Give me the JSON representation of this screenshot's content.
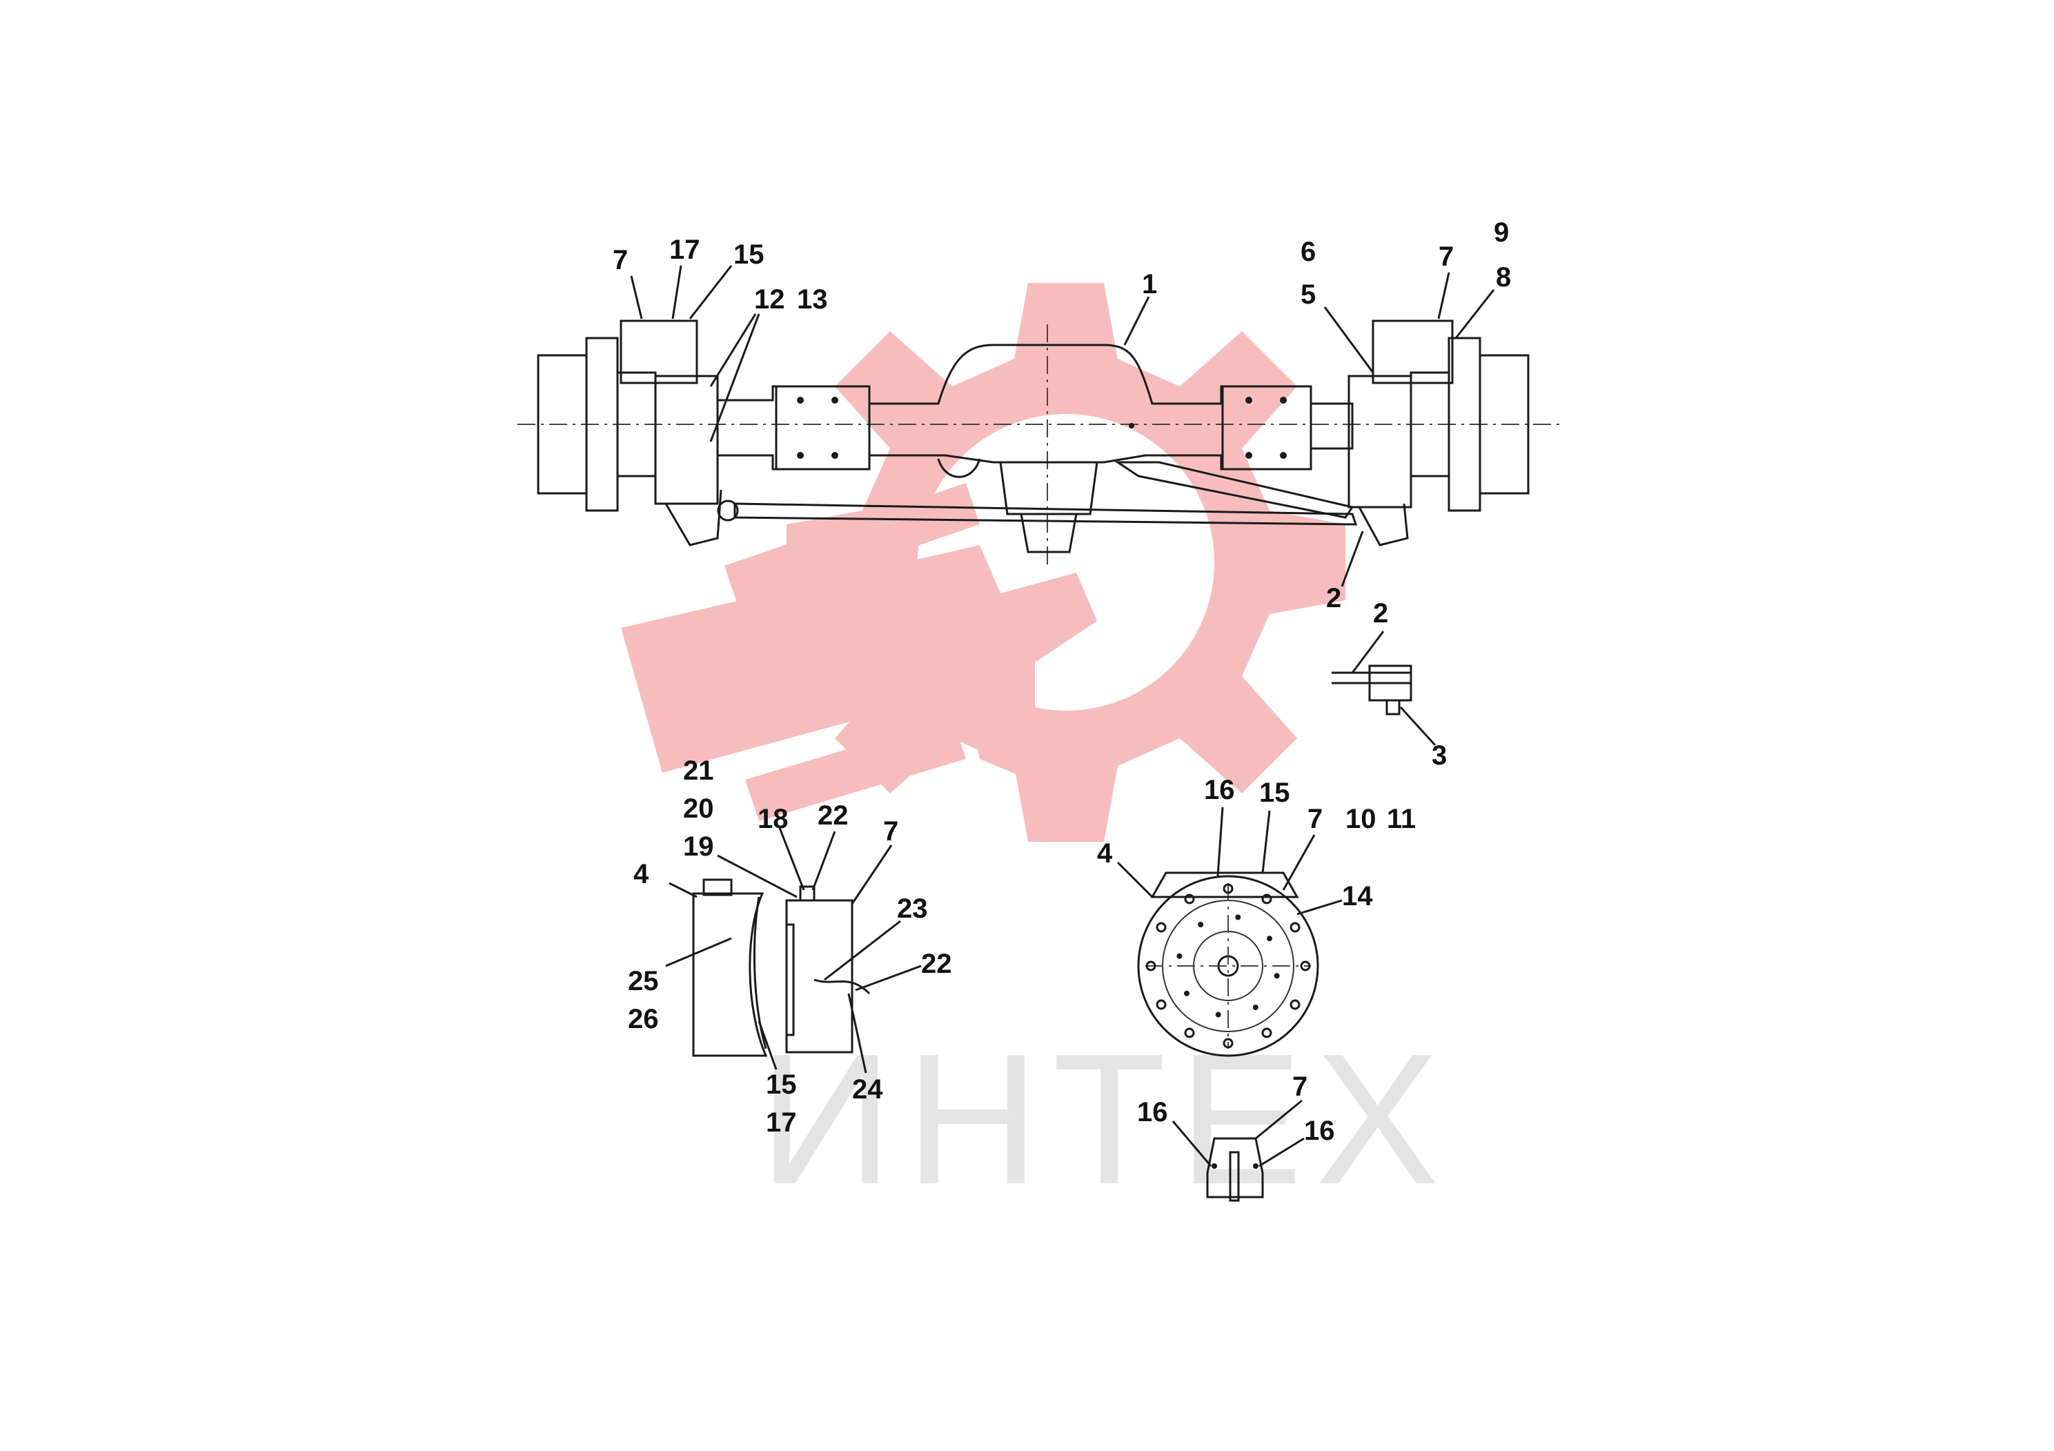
{
  "watermark": {
    "text": "ИНТЕХ",
    "color": "#f7b9b9"
  },
  "labels": [
    {
      "id": "main-7a",
      "text": "7"
    },
    {
      "id": "main-17a",
      "text": "17"
    },
    {
      "id": "main-15a",
      "text": "15"
    },
    {
      "id": "main-12",
      "text": "12"
    },
    {
      "id": "main-13",
      "text": "13"
    },
    {
      "id": "main-1",
      "text": "1"
    },
    {
      "id": "main-6",
      "text": "6"
    },
    {
      "id": "main-5",
      "text": "5"
    },
    {
      "id": "main-7b",
      "text": "7"
    },
    {
      "id": "main-9",
      "text": "9"
    },
    {
      "id": "main-8",
      "text": "8"
    },
    {
      "id": "main-2a",
      "text": "2"
    },
    {
      "id": "det-2b",
      "text": "2"
    },
    {
      "id": "det-3",
      "text": "3"
    },
    {
      "id": "brk-21",
      "text": "21"
    },
    {
      "id": "brk-20",
      "text": "20"
    },
    {
      "id": "brk-19",
      "text": "19"
    },
    {
      "id": "brk-18",
      "text": "18"
    },
    {
      "id": "brk-22a",
      "text": "22"
    },
    {
      "id": "brk-7",
      "text": "7"
    },
    {
      "id": "brk-4",
      "text": "4"
    },
    {
      "id": "brk-23",
      "text": "23"
    },
    {
      "id": "brk-22b",
      "text": "22"
    },
    {
      "id": "brk-25",
      "text": "25"
    },
    {
      "id": "brk-26",
      "text": "26"
    },
    {
      "id": "brk-15",
      "text": "15"
    },
    {
      "id": "brk-17",
      "text": "17"
    },
    {
      "id": "brk-24",
      "text": "24"
    },
    {
      "id": "hub-16",
      "text": "16"
    },
    {
      "id": "hub-15",
      "text": "15"
    },
    {
      "id": "hub-7",
      "text": "7"
    },
    {
      "id": "hub-10",
      "text": "10"
    },
    {
      "id": "hub-11",
      "text": "11"
    },
    {
      "id": "hub-4",
      "text": "4"
    },
    {
      "id": "hub-14",
      "text": "14"
    },
    {
      "id": "sec-7",
      "text": "7"
    },
    {
      "id": "sec-16a",
      "text": "16"
    },
    {
      "id": "sec-16b",
      "text": "16"
    }
  ]
}
